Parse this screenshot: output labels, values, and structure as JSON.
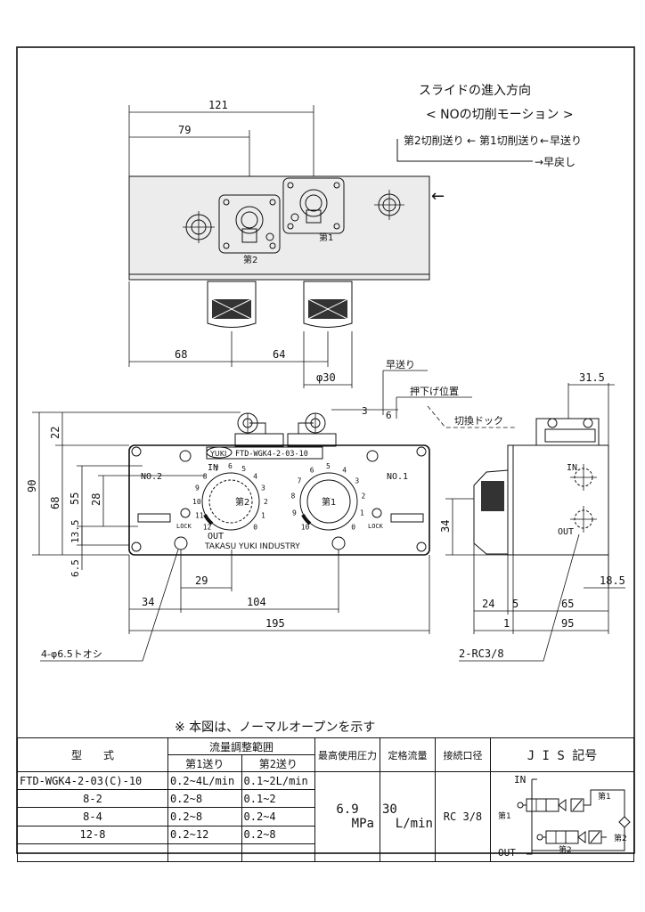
{
  "heading": {
    "line1": "スライドの進入方向",
    "line2": "< NOの切削モーション >"
  },
  "motion": {
    "feed2": "第2切削送り",
    "feed1": "第1切削送り",
    "rapid_fwd": "早送り",
    "rapid_ret": "→早戻し",
    "arrow": "←"
  },
  "top_dims": {
    "d121": "121",
    "d79": "79",
    "d68": "68",
    "d64": "64",
    "d30": "φ30"
  },
  "top_labels": {
    "no1": "第1",
    "no2": "第2"
  },
  "front_dims": {
    "d90": "90",
    "d68": "68",
    "d55": "55",
    "d28": "28",
    "d13_5": "13.5",
    "d6_5": "6.5",
    "d22": "22",
    "d29": "29",
    "d34": "34",
    "d104": "104",
    "d195": "195",
    "d3": "3",
    "d6": "6"
  },
  "front_labels": {
    "brand": "YUKI",
    "model": "FTD-WGK4-2-03-10",
    "no2": "NO.2",
    "no1": "NO.1",
    "in": "IN",
    "out": "OUT",
    "lock": "LOCK",
    "maker": "TAKASU YUKI INDUSTRY",
    "dial_no1": "第1",
    "dial_no2": "第2",
    "scale": [
      "0",
      "1",
      "2",
      "3",
      "4",
      "5",
      "6",
      "7",
      "8",
      "9",
      "10",
      "11",
      "12"
    ]
  },
  "callouts": {
    "rapid": "早送り",
    "press": "押下げ位置",
    "dog": "切換ドック",
    "holes": "4-φ6.5トオシ",
    "ports": "2-RC3/8"
  },
  "side_dims": {
    "d31_5": "31.5",
    "d34": "34",
    "d18_5": "18.5",
    "d24": "24",
    "d5": "5",
    "d65": "65",
    "d1": "1",
    "d95": "95"
  },
  "side_labels": {
    "in": "IN",
    "out": "OUT"
  },
  "note": "※ 本図は、ノーマルオープンを示す",
  "table": {
    "headers": {
      "model": "型　　式",
      "flow": "流量調整範囲",
      "feed1": "第1送り",
      "feed2": "第2送り",
      "pressure": "最高使用圧力",
      "rated": "定格流量",
      "port": "接続口径",
      "jis": "J I S 記号"
    },
    "rows": [
      {
        "model": "FTD-WGK4-2-03(C)-10",
        "f1": "0.2~4L/min",
        "f2": "0.1~2L/min"
      },
      {
        "model": "8-2",
        "f1": "0.2~8",
        "f2": "0.1~2"
      },
      {
        "model": "8-4",
        "f1": "0.2~8",
        "f2": "0.2~4"
      },
      {
        "model": "12-8",
        "f1": "0.2~12",
        "f2": "0.2~8"
      }
    ],
    "pressure": {
      "value": "6.9",
      "unit": "MPa"
    },
    "rated": {
      "value": "30",
      "unit": "L/min"
    },
    "port": "RC 3/8",
    "jis": {
      "in": "IN",
      "out": "OUT",
      "no1": "第1",
      "no2": "第2",
      "no1b": "第1",
      "no2b": "第2"
    }
  }
}
